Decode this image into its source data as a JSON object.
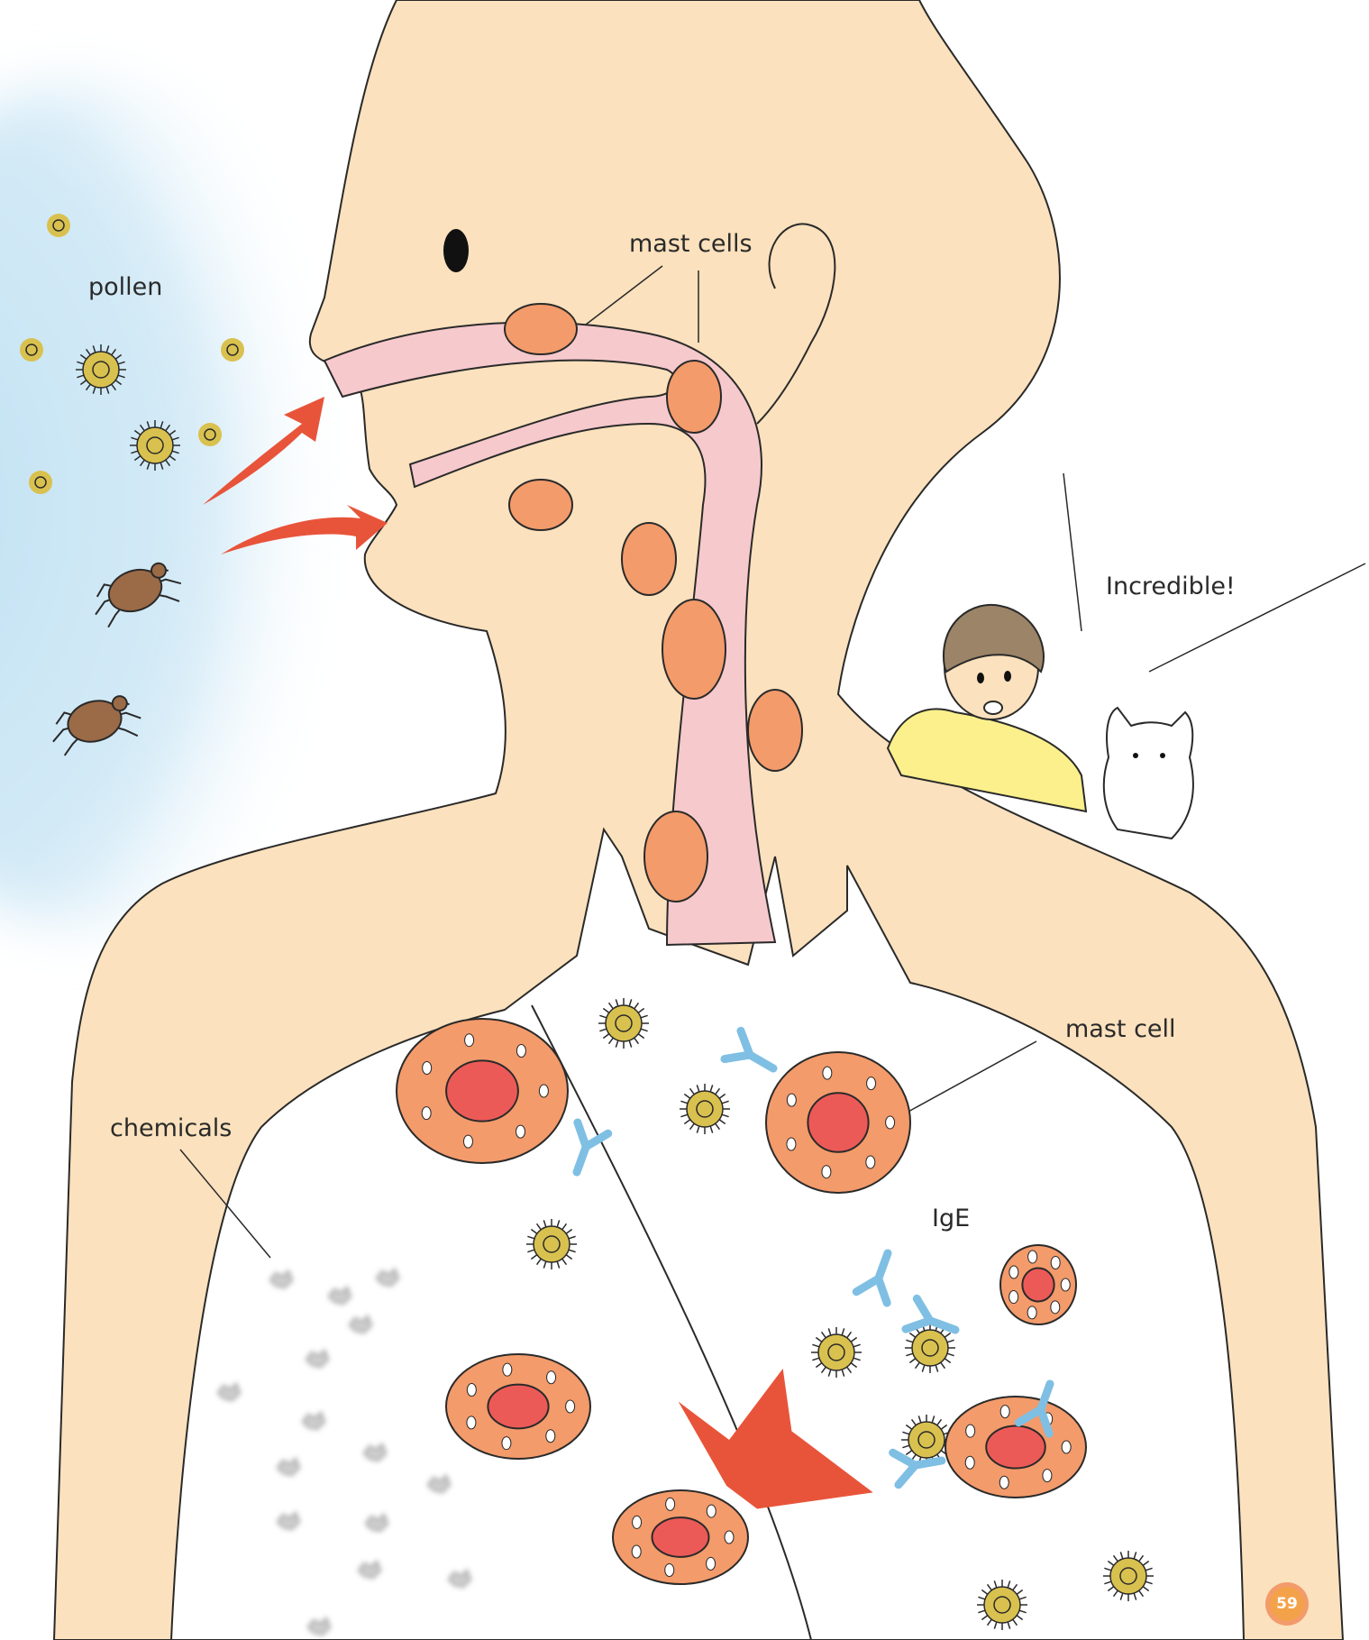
{
  "labels": {
    "pollen": "pollen",
    "mast_cells": "mast cells",
    "incredible": "Incredible!",
    "mast_cell": "mast cell",
    "chemicals": "chemicals",
    "ige": "IgE"
  },
  "page_number": "59",
  "colors": {
    "skin": "#fbe1bd",
    "airway": "#f6c9cd",
    "mast_cell_fill": "#f39b6b",
    "nucleus": "#ec5a57",
    "arrow": "#e8543a",
    "pollen": "#d9c14f",
    "ige": "#7fbfe3",
    "mite": "#9b6a47",
    "sky_blue": "#bfe0f2",
    "boy_shirt": "#fbf08c",
    "boy_hair": "#9b8467"
  },
  "icons": [
    "pollen-grain-icon",
    "dust-mite-icon",
    "allergen-arrow-icon",
    "mast-cell-icon",
    "ige-antibody-icon",
    "chemical-particle-icon",
    "page-number-badge-icon"
  ]
}
